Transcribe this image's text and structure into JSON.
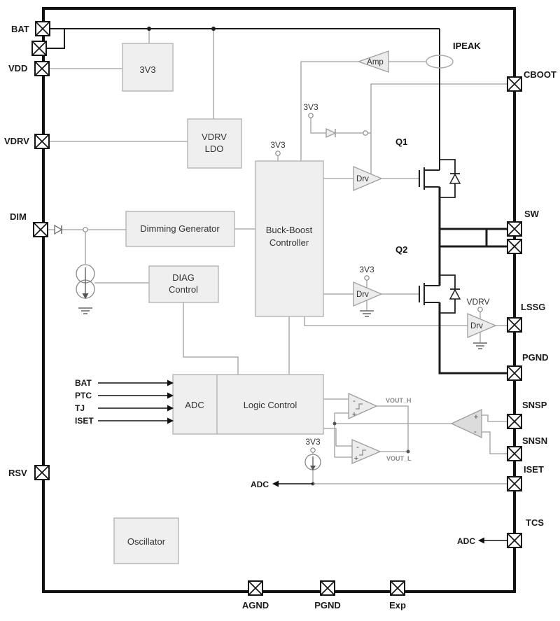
{
  "colors": {
    "block_fill": "#efefef",
    "block_border": "#b5b5b5",
    "signal_wire": "#9e9e9e",
    "power_wire": "#1c1c1c"
  },
  "pins": {
    "left": [
      {
        "label": "BAT"
      },
      {
        "label": "VDD"
      },
      {
        "label": "VDRV"
      },
      {
        "label": "DIM"
      },
      {
        "label": "RSV"
      }
    ],
    "right": [
      {
        "label": "CBOOT"
      },
      {
        "label": "SW"
      },
      {
        "label": "LSSG"
      },
      {
        "label": "PGND"
      },
      {
        "label": "SNSP"
      },
      {
        "label": "SNSN"
      },
      {
        "label": "ISET"
      },
      {
        "label": "TCS"
      }
    ],
    "bottom": [
      {
        "label": "AGND"
      },
      {
        "label": "PGND"
      },
      {
        "label": "Exp"
      }
    ]
  },
  "blocks": {
    "reg3v3": {
      "label": "3V3"
    },
    "vdrv_ldo": {
      "line1": "VDRV",
      "line2": "LDO"
    },
    "dimming_generator": {
      "label": "Dimming Generator"
    },
    "diag_control": {
      "line1": "DIAG",
      "line2": "Control"
    },
    "buck_boost": {
      "line1": "Buck-Boost",
      "line2": "Controller"
    },
    "adc": {
      "label": "ADC"
    },
    "logic_control": {
      "label": "Logic Control"
    },
    "oscillator": {
      "label": "Oscillator"
    }
  },
  "amplifiers": {
    "current_amp": {
      "label": "Amp"
    },
    "drv_hs": {
      "label": "Drv"
    },
    "drv_ls": {
      "label": "Drv"
    },
    "drv_lssg": {
      "label": "Drv"
    }
  },
  "comparators": {
    "vout_h": {
      "label": "VOUT_H",
      "minus": "-",
      "plus": "+"
    },
    "vout_l": {
      "label": "VOUT_L",
      "minus": "-",
      "plus": "+"
    },
    "sense_amp": {
      "plus": "+",
      "minus": "-"
    }
  },
  "transistors": {
    "q1": {
      "label": "Q1"
    },
    "q2": {
      "label": "Q2"
    }
  },
  "net_labels": {
    "ipeak": "IPEAK",
    "boot_3v3": "3V3",
    "bb_3v3": "3V3",
    "drv_ls_3v3": "3V3",
    "drv_lssg_vdrv": "VDRV",
    "iset_3v3": "3V3",
    "adc_iset": "ADC",
    "adc_tcs": "ADC"
  },
  "adc_inputs": [
    {
      "label": "BAT"
    },
    {
      "label": "PTC"
    },
    {
      "label": "TJ"
    },
    {
      "label": "ISET"
    }
  ]
}
